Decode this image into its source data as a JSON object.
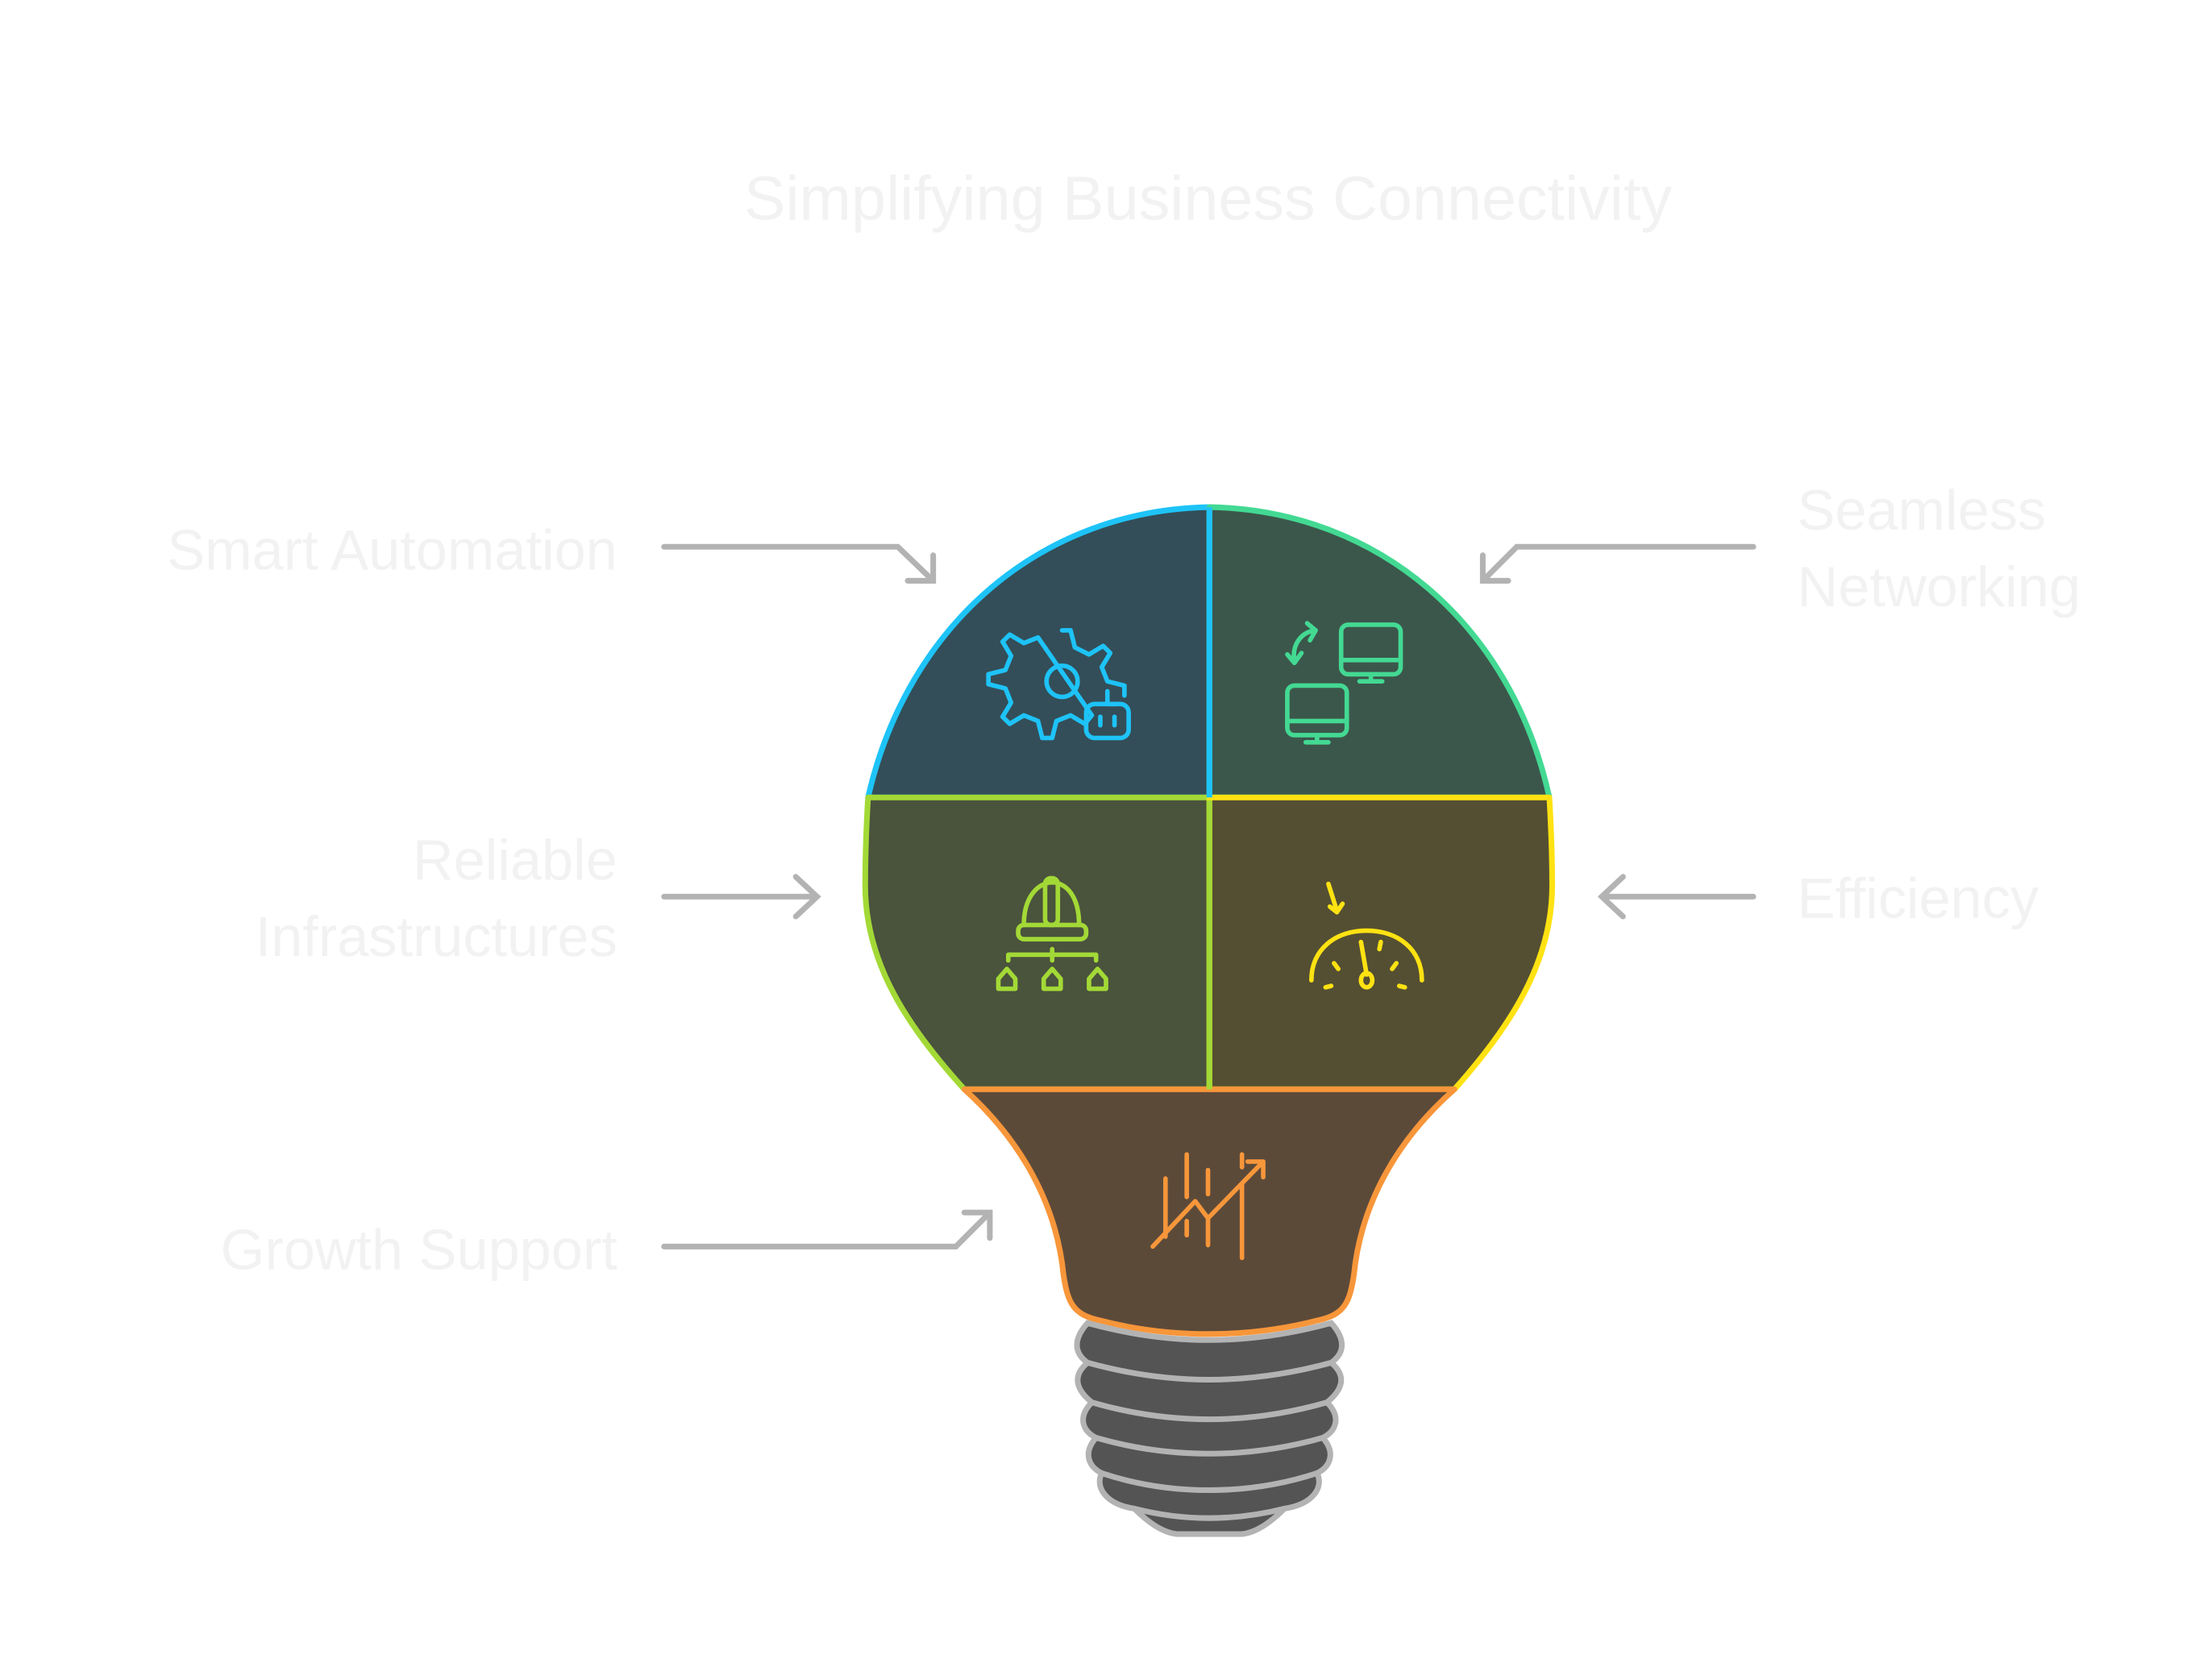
{
  "title": "Simplifying Business Connectivity",
  "segments": [
    {
      "label_lines": [
        "Smart Automation"
      ],
      "icon": "gear-robot-icon",
      "color": "#1ec3f7",
      "fill": "#334e58"
    },
    {
      "label_lines": [
        "Seamless",
        "Networking"
      ],
      "icon": "computers-exchange-icon",
      "color": "#43d993",
      "fill": "#3b574b"
    },
    {
      "label_lines": [
        "Reliable",
        "Infrastructures"
      ],
      "icon": "helmet-hierarchy-icon",
      "color": "#a3d936",
      "fill": "#4a533c"
    },
    {
      "label_lines": [
        "Efficiency"
      ],
      "icon": "speedometer-icon",
      "color": "#ffe212",
      "fill": "#544f32"
    },
    {
      "label_lines": [
        "Growth Support"
      ],
      "icon": "growth-chart-icon",
      "color": "#f7963a",
      "fill": "#5c4a39"
    }
  ],
  "base": {
    "fill": "#545454",
    "stroke": "#b3b3b3"
  }
}
